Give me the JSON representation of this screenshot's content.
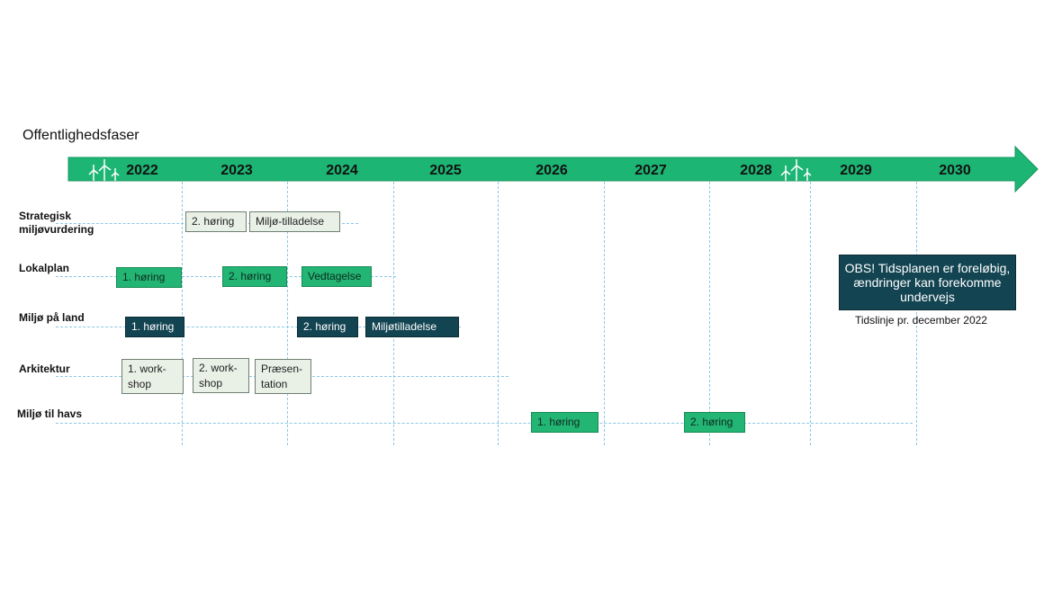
{
  "title": "Offentlighedsfaser",
  "timeline": {
    "color": "#1db574",
    "years": [
      "2022",
      "2023",
      "2024",
      "2025",
      "2026",
      "2027",
      "2028",
      "2029",
      "2030"
    ],
    "icons": [
      "wind-turbines-icon"
    ]
  },
  "rows": [
    {
      "label": "Strategisk miljøvurdering",
      "items": [
        {
          "text": "2. høring",
          "style": "light"
        },
        {
          "text": "Miljø-tilladelse",
          "style": "light"
        }
      ]
    },
    {
      "label": "Lokalplan",
      "items": [
        {
          "text": "1. høring",
          "style": "green"
        },
        {
          "text": "2. høring",
          "style": "green"
        },
        {
          "text": "Vedtagelse",
          "style": "green"
        }
      ]
    },
    {
      "label": "Miljø på land",
      "items": [
        {
          "text": "1. høring",
          "style": "dark"
        },
        {
          "text": "2. høring",
          "style": "dark"
        },
        {
          "text": "Miljøtilladelse",
          "style": "dark"
        }
      ]
    },
    {
      "label": "Arkitektur",
      "items": [
        {
          "text": "1. work- shop",
          "style": "light"
        },
        {
          "text": "2. work- shop",
          "style": "light"
        },
        {
          "text": "Præsen- tation",
          "style": "light"
        }
      ]
    },
    {
      "label": "Miljø til havs",
      "items": [
        {
          "text": "1. høring",
          "style": "green"
        },
        {
          "text": "2. høring",
          "style": "green"
        }
      ]
    }
  ],
  "notice": {
    "text": "OBS! Tidsplanen er foreløbig, ændringer kan forekomme undervejs",
    "color": "#134452"
  },
  "caption": "Tidslinje pr. december 2022"
}
